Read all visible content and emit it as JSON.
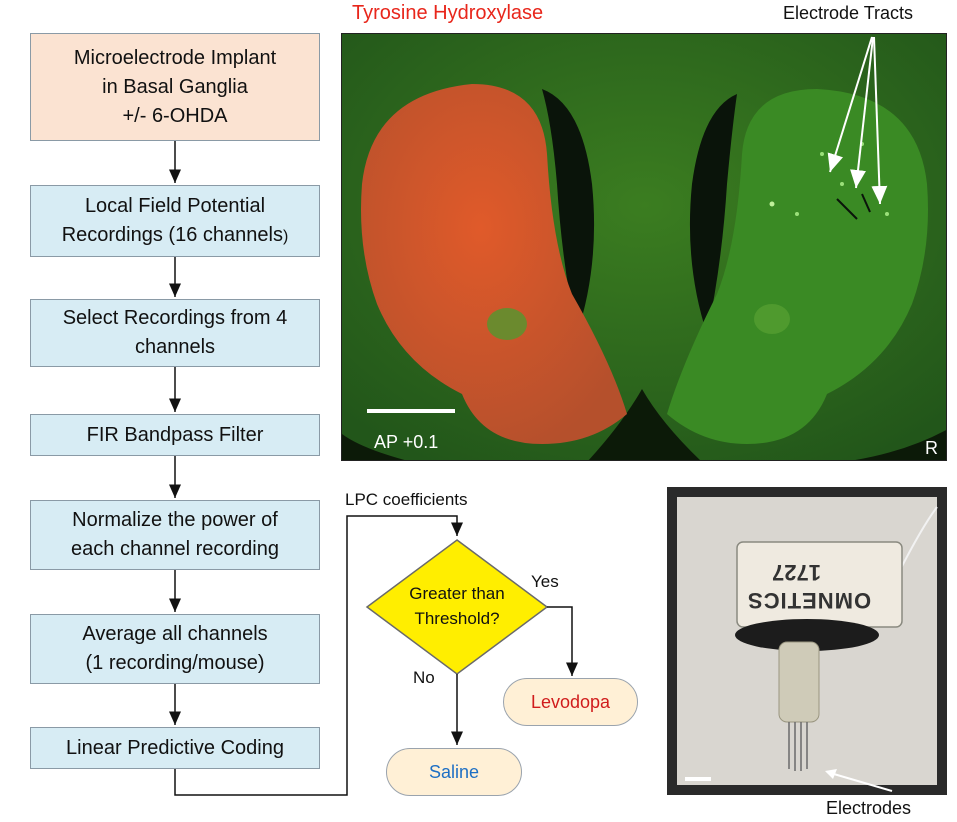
{
  "flow": {
    "steps": [
      "Microelectrode Implant\nin Basal Ganglia\n+/-  6-OHDA",
      "Local Field Potential",
      "Recordings (16 channels",
      ")",
      "Select Recordings from 4\nchannels",
      "FIR Bandpass Filter",
      "Normalize the power of\neach channel recording",
      "Average all channels\n(1 recording/mouse)",
      "Linear Predictive Coding"
    ],
    "lpc_label": "LPC coefficients",
    "decision": "Greater than\nThreshold?",
    "yes_label": "Yes",
    "no_label": "No",
    "outcome_yes": "Levodopa",
    "outcome_no": "Saline"
  },
  "micrograph": {
    "stain_label": "Tyrosine Hydroxylase",
    "tracts_label": "Electrode Tracts",
    "ap_label": "AP +0.1",
    "side_label": "R"
  },
  "photo": {
    "connector_text": "OMNETICS",
    "connector_number": "1727",
    "electrodes_label": "Electrodes"
  },
  "colors": {
    "box_orange": "#fbe3d2",
    "box_blue": "#d7ecf4",
    "decision_fill": "#ffee00",
    "stain_red": "#e8261b",
    "levodopa_red": "#d01c1c",
    "saline_blue": "#1e6fc4",
    "tissue_green": "#2f6a1a"
  }
}
